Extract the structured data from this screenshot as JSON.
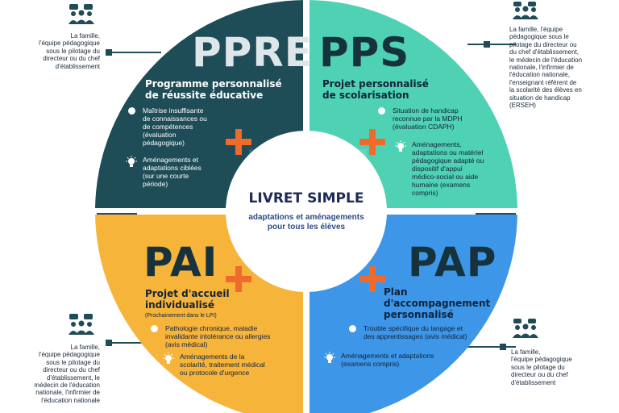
{
  "colors": {
    "ppre": "#1e4c57",
    "pps": "#4fd1b3",
    "pai": "#f7b43b",
    "pap": "#3d96e8",
    "plus": "#ef6a2b",
    "line": "#1e4c57",
    "center": "#ffffff"
  },
  "center": {
    "title": "LIVRET SIMPLE",
    "subtitle_line1": "adaptations et aménagements",
    "subtitle_line2": "pour tous les élèves"
  },
  "quadrants": {
    "ppre": {
      "title": "PPRE",
      "sub_line1": "Programme personnalisé",
      "sub_line2": "de réussite éducative",
      "items": [
        {
          "icon": "dot-icon",
          "lines": [
            "Maîtrise insuffisante",
            "de connaissances ou",
            "de compétences",
            "(évaluation",
            "pédagogique)"
          ]
        },
        {
          "icon": "lightbulb-icon",
          "lines": [
            "Aménagements et",
            "adaptations ciblées",
            "(sur une courte",
            "période)"
          ]
        }
      ]
    },
    "pps": {
      "title": "PPS",
      "sub_line1": "Projet personnalisé",
      "sub_line2": "de scolarisation",
      "items": [
        {
          "icon": "dot-icon",
          "lines": [
            "Situation de handicap",
            "reconnue par la MDPH",
            "(évaluation CDAPH)"
          ]
        },
        {
          "icon": "lightbulb-icon",
          "lines": [
            "Aménagements,",
            "adaptations ou matériel",
            "pédagogique adapté ou",
            "dispositif d'appui",
            "médico-social ou aide",
            "humaine (examens",
            "compris)"
          ]
        }
      ]
    },
    "pai": {
      "title": "PAI",
      "sub_line1": "Projet d'accueil",
      "sub_line2": "individualisé",
      "note": "(Prochainement dans le LPI)",
      "items": [
        {
          "icon": "dot-icon",
          "lines": [
            "Pathologie chronique, maladie",
            "invalidante intolérance ou allergies",
            "(avis médical)"
          ]
        },
        {
          "icon": "lightbulb-icon",
          "lines": [
            "Aménagements de la",
            "scolarité, traitement médical",
            "ou protocole d'urgence"
          ]
        }
      ]
    },
    "pap": {
      "title": "PAP",
      "sub_line1": "Plan",
      "sub_line2": "d'accompagnement",
      "sub_line3": "personnalisé",
      "items": [
        {
          "icon": "dot-icon",
          "lines": [
            "Trouble spécifique du langage et",
            "des apprentissages (avis médical)"
          ]
        },
        {
          "icon": "lightbulb-icon",
          "lines": [
            "Aménagements et adaptations",
            "(examens compris)"
          ]
        }
      ]
    }
  },
  "side_notes": {
    "top_left": [
      "La famille,",
      "l'équipe pédagogique",
      "sous le pilotage du",
      "directeur ou du chef",
      "d'établissement"
    ],
    "top_right": [
      "La famille, l'équipe",
      "pédagogique sous le",
      "pilotage du directeur ou",
      "du chef d'établissement,",
      "le médecin de l'éducation",
      "nationale, l'infirmier de",
      "l'éducation nationale,",
      "l'enseignant référent de",
      "la scolarité des élèves en",
      "situation de handicap",
      "(ERSEH)"
    ],
    "bottom_left": [
      "La famille,",
      "l'équipe pédagogique",
      "sous le pilotage du",
      "directeur ou du chef",
      "d'établissement, le",
      "médecin de l'éducation",
      "nationale, l'infirmier de",
      "l'éducation nationale"
    ],
    "bottom_right": [
      "La famille,",
      "l'équipe pédagogique",
      "sous le pilotage du",
      "directeur ou du chef",
      "d'établissement"
    ]
  }
}
